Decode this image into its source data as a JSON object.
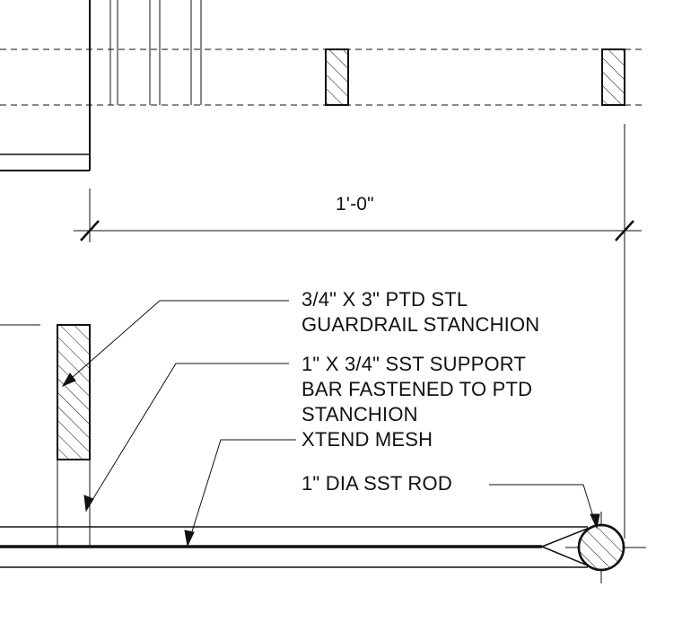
{
  "dimension": {
    "text": "1'-0\""
  },
  "callouts": {
    "stanchion": {
      "line1": "3/4\" X 3\" PTD STL",
      "line2": "GUARDRAIL STANCHION"
    },
    "support_bar": {
      "line1": "1\" X 3/4\" SST SUPPORT",
      "line2": "BAR FASTENED TO PTD",
      "line3": "STANCHION"
    },
    "mesh": {
      "line1": "XTEND MESH"
    },
    "rod": {
      "line1": "1\" DIA SST ROD"
    }
  },
  "colors": {
    "ink": "#111111",
    "background": "#ffffff"
  }
}
